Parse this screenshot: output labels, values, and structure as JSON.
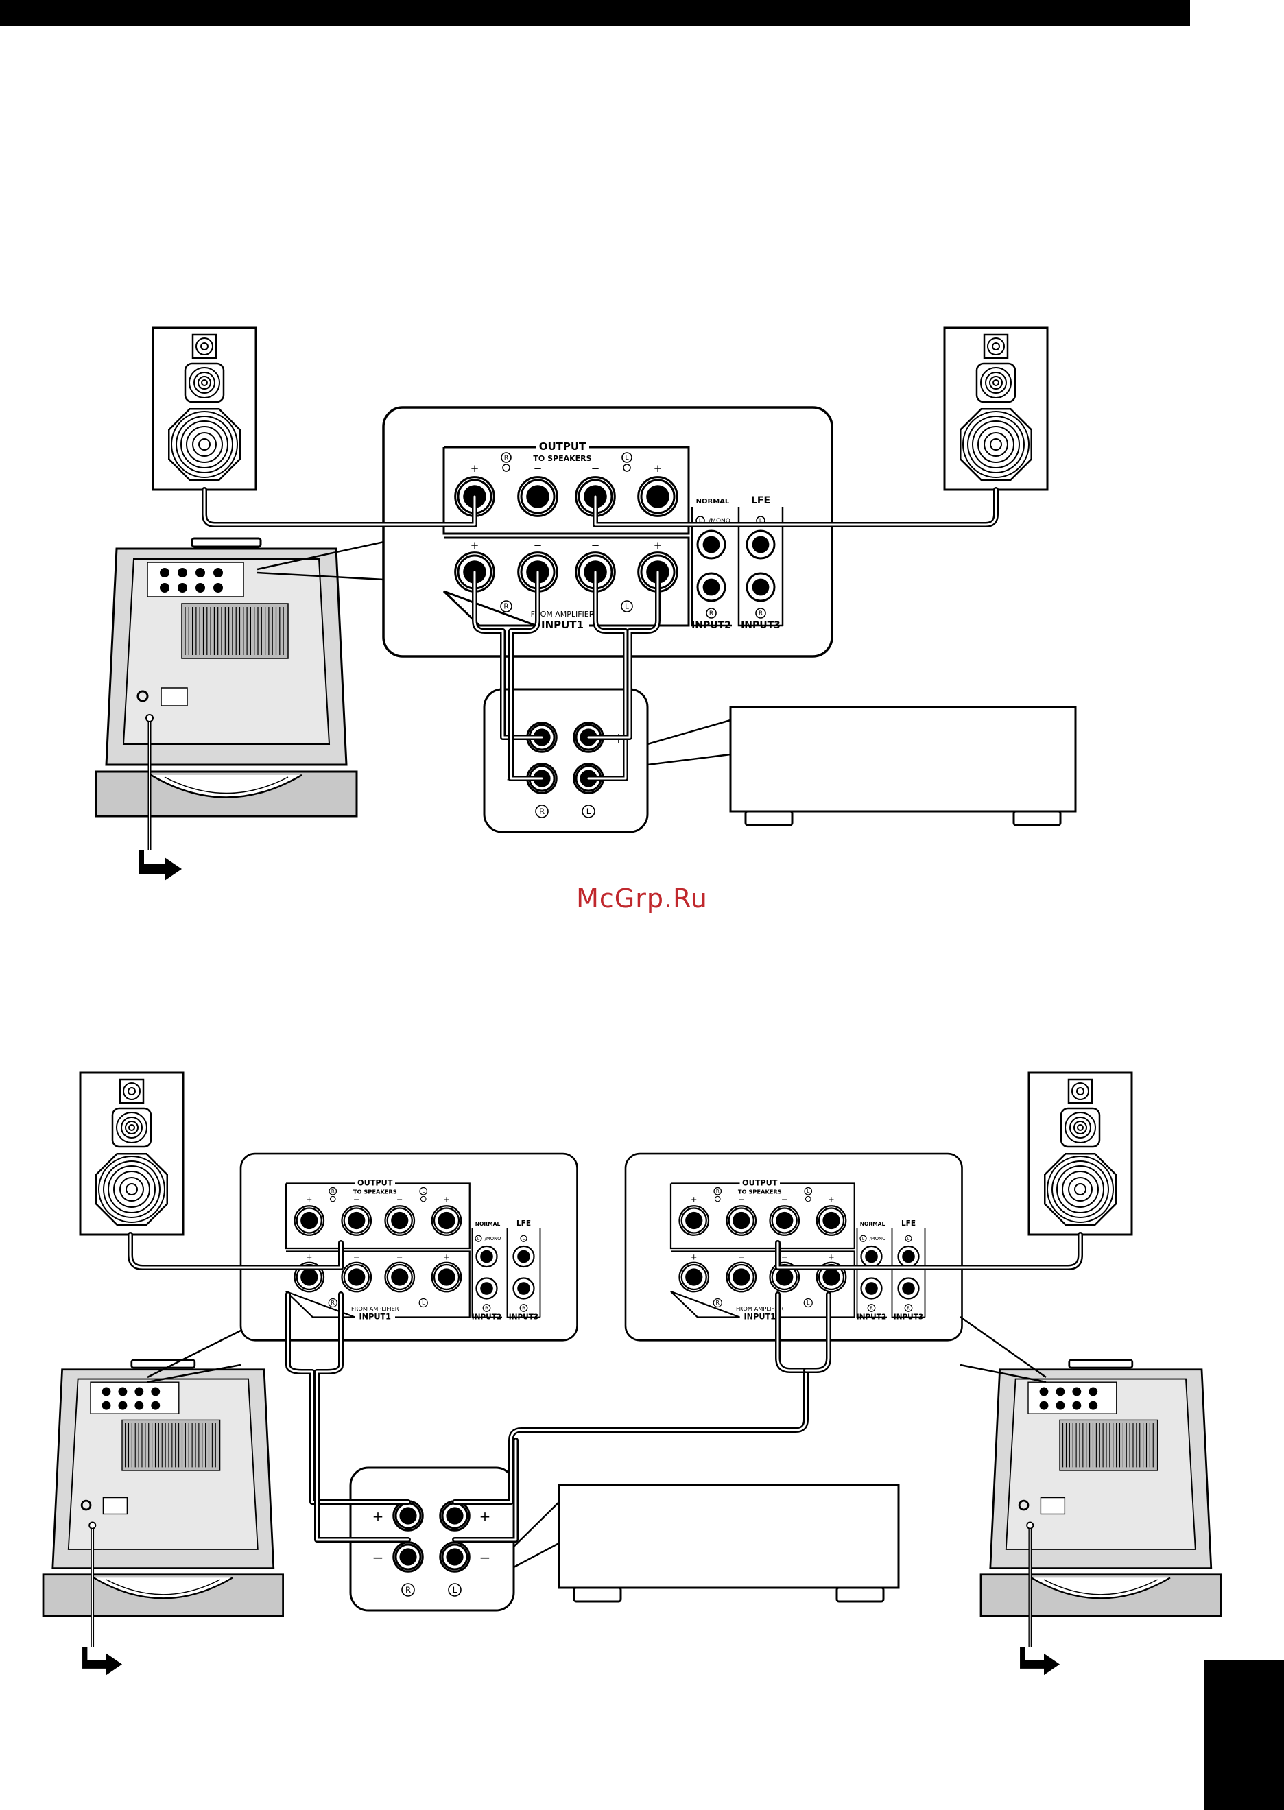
{
  "watermark": "McGrp.Ru",
  "panel": {
    "output": "OUTPUT",
    "to_speakers": "TO SPEAKERS",
    "normal": "NORMAL",
    "lfe": "LFE",
    "mono": "/MONO",
    "from_amplifier": "FROM AMPLIFIER",
    "input1": "INPUT1",
    "input2": "INPUT2",
    "input3": "INPUT3",
    "r": "R",
    "l": "L",
    "plus": "+",
    "minus": "−"
  },
  "amp_terminals": {
    "r": "R",
    "l": "L",
    "plus": "+",
    "minus": "−"
  },
  "colors": {
    "ink": "#000000",
    "paper": "#ffffff",
    "gray": "#d9d9d9",
    "watermark": "#c0282d"
  }
}
